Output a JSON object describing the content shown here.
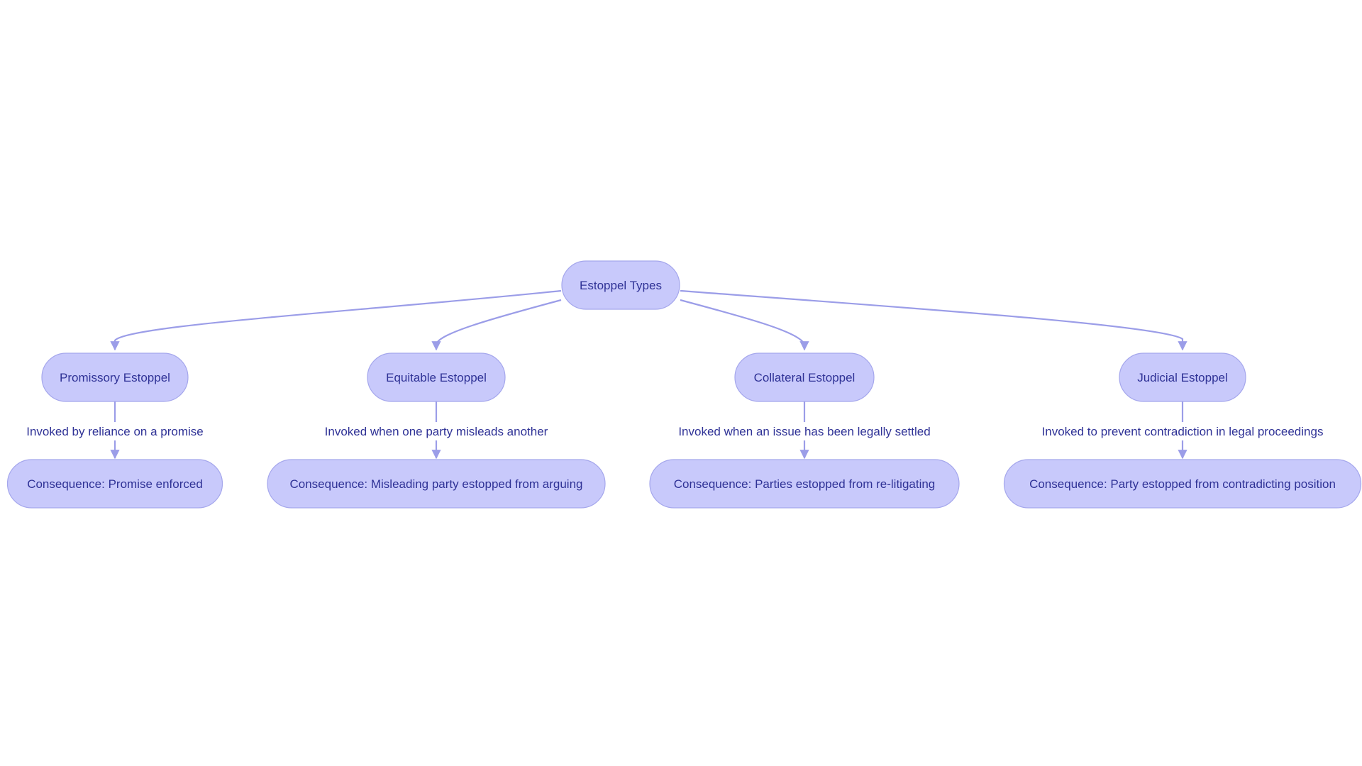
{
  "colors": {
    "node_fill": "#c8c9fb",
    "node_stroke": "#a5a7ec",
    "edge": "#9b9de8",
    "text": "#2f3296",
    "background": "#ffffff"
  },
  "diagram": {
    "type": "flowchart",
    "root": {
      "id": "estoppel-types",
      "label": "Estoppel Types"
    },
    "branches": [
      {
        "id": "promissory",
        "label": "Promissory Estoppel",
        "edge_label": "Invoked by reliance on a promise",
        "consequence": "Consequence: Promise enforced"
      },
      {
        "id": "equitable",
        "label": "Equitable Estoppel",
        "edge_label": "Invoked when one party misleads another",
        "consequence": "Consequence: Misleading party estopped from arguing"
      },
      {
        "id": "collateral",
        "label": "Collateral Estoppel",
        "edge_label": "Invoked when an issue has been legally settled",
        "consequence": "Consequence: Parties estopped from re-litigating"
      },
      {
        "id": "judicial",
        "label": "Judicial Estoppel",
        "edge_label": "Invoked to prevent contradiction in legal proceedings",
        "consequence": "Consequence: Party estopped from contradicting position"
      }
    ]
  }
}
